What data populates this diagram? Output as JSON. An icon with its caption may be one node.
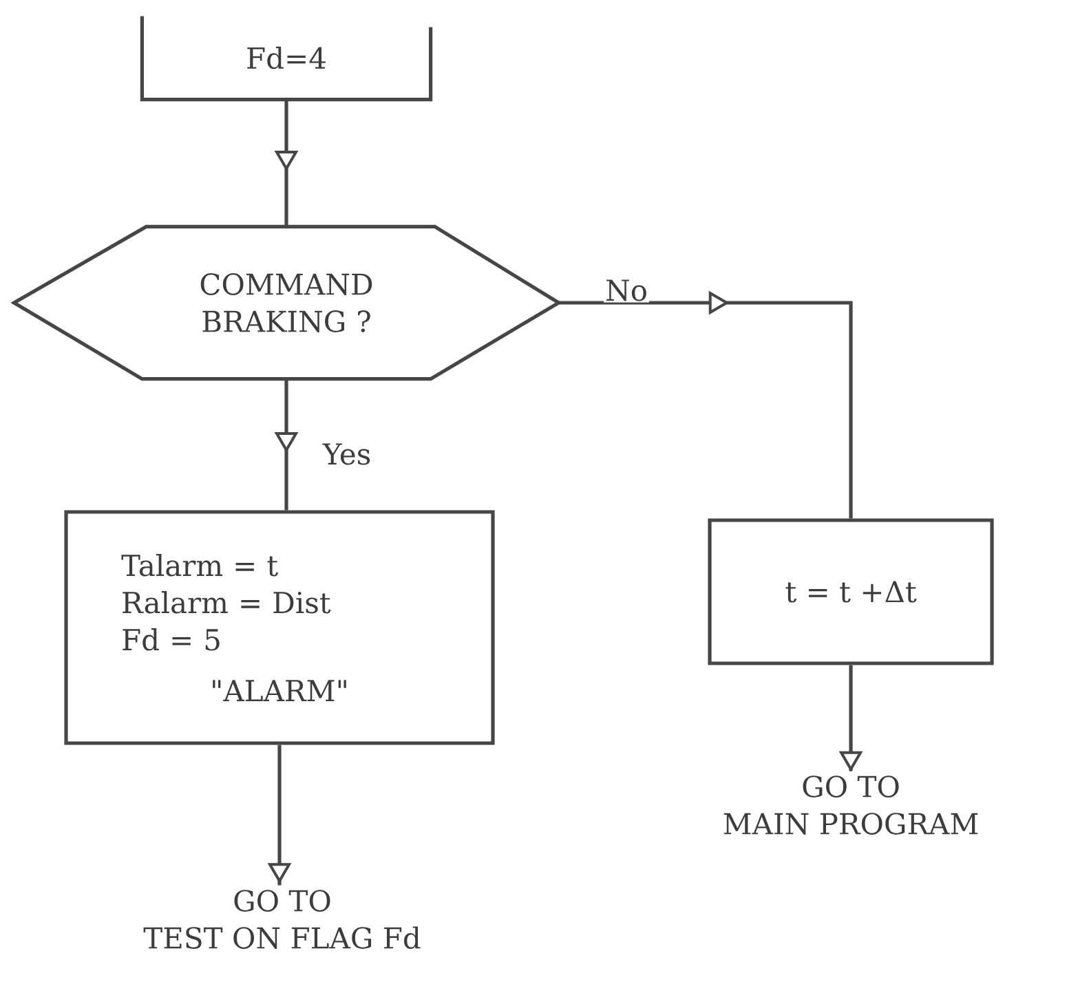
{
  "diagram": {
    "nodes": [
      {
        "text": [
          "Fd=4"
        ]
      },
      {
        "text": [
          "COMMAND BRAKING ?"
        ]
      },
      {
        "text": [
          "Talarm = t",
          "Ralarm = Dist",
          "Fd = 5",
          "\"ALARM\""
        ]
      },
      {
        "text": [
          "t = t +Δt"
        ]
      },
      {
        "text": [
          "GO TO",
          "TEST ON FLAG Fd"
        ]
      },
      {
        "text": [
          "GO TO",
          "MAIN PROGRAM"
        ]
      }
    ],
    "edges": [
      {
        "from": 0,
        "to": 1,
        "arrow": "to"
      },
      {
        "from": 1,
        "to": 2,
        "arrow": "to",
        "label": "Yes"
      },
      {
        "from": 1,
        "to": 3,
        "arrow": "to",
        "label": "No"
      },
      {
        "from": 2,
        "to": 4,
        "arrow": "to"
      },
      {
        "from": 3,
        "to": 5,
        "arrow": "to"
      }
    ]
  }
}
